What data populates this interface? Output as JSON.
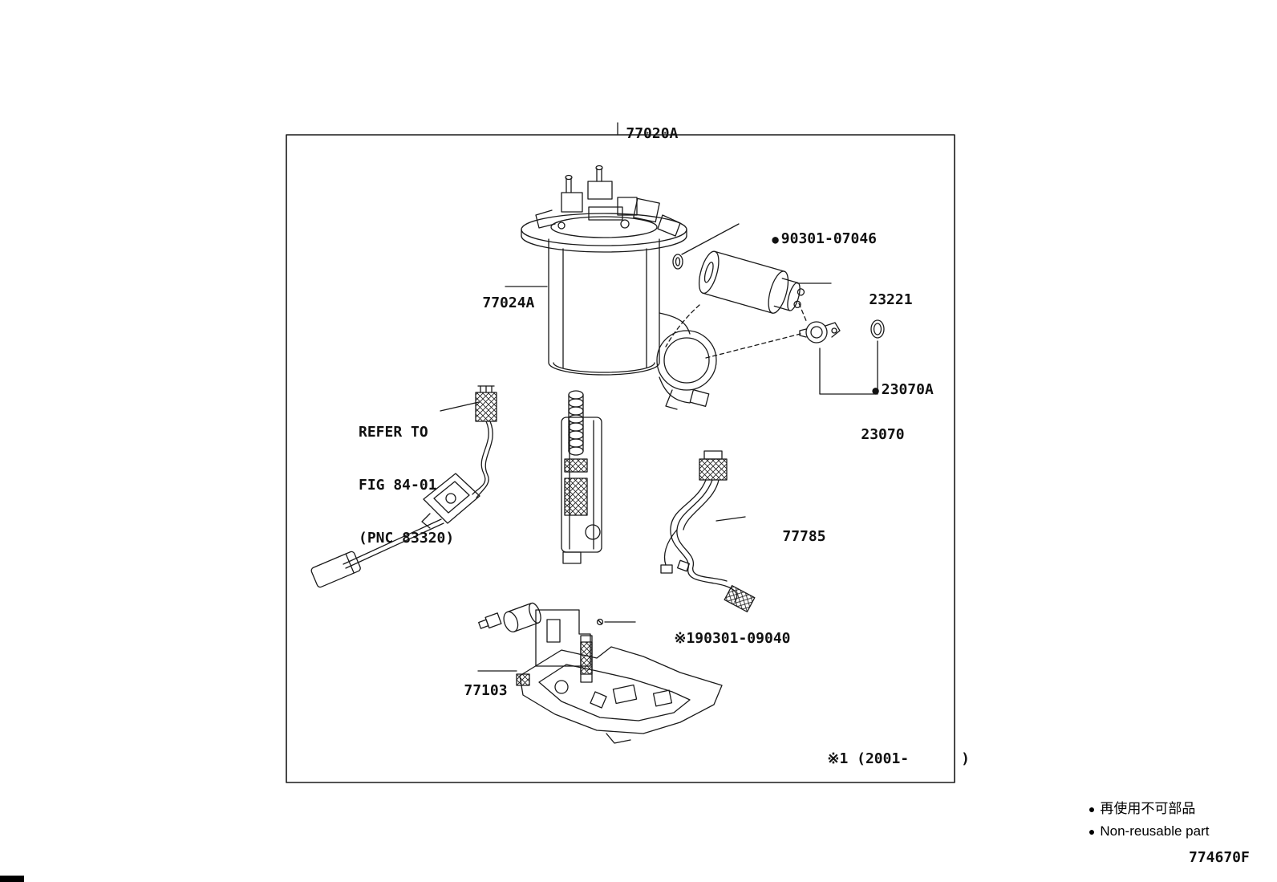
{
  "figure": {
    "code": "774670F"
  },
  "symbols": {
    "non_reusable_bullet": "●"
  },
  "parts": {
    "assembly": {
      "number": "77020A"
    },
    "reservoir": {
      "number": "77024A"
    },
    "pump_gasket": {
      "number": "90301-07046",
      "non_reusable": true
    },
    "fuel_pump": {
      "number": "23221"
    },
    "regulator_gasket": {
      "number": "23070A",
      "non_reusable": true
    },
    "regulator": {
      "number": "23070"
    },
    "harness": {
      "number": "77785"
    },
    "screw": {
      "number": "90301-09040",
      "note": "※1"
    },
    "sub_tank": {
      "number": "77103"
    }
  },
  "notes": {
    "refer": {
      "line1": "REFER TO",
      "line2": "FIG 84-01",
      "line3": "(PNC 83320)"
    },
    "applicability": "※1 (2001-      )"
  },
  "legend": {
    "jp": "再使用不可部品",
    "en": "Non-reusable part"
  }
}
